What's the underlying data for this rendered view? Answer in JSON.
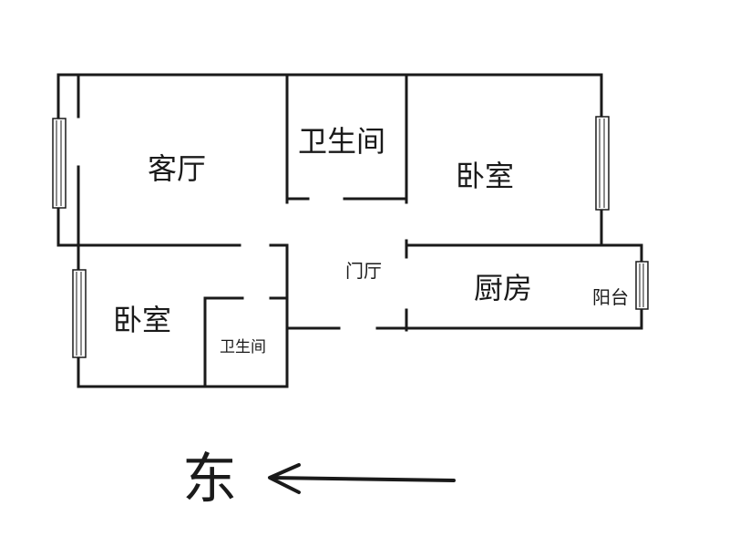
{
  "rooms": {
    "living_room": "客厅",
    "bathroom_main": "卫生间",
    "bedroom_north": "卧室",
    "foyer": "门厅",
    "kitchen": "厨房",
    "balcony": "阳台",
    "bedroom_south": "卧室",
    "bathroom_small": "卫生间"
  },
  "compass": {
    "direction": "东",
    "arrow_icon": "arrow-left-icon"
  },
  "colors": {
    "wall": "#1a1a1a",
    "background": "#ffffff"
  }
}
